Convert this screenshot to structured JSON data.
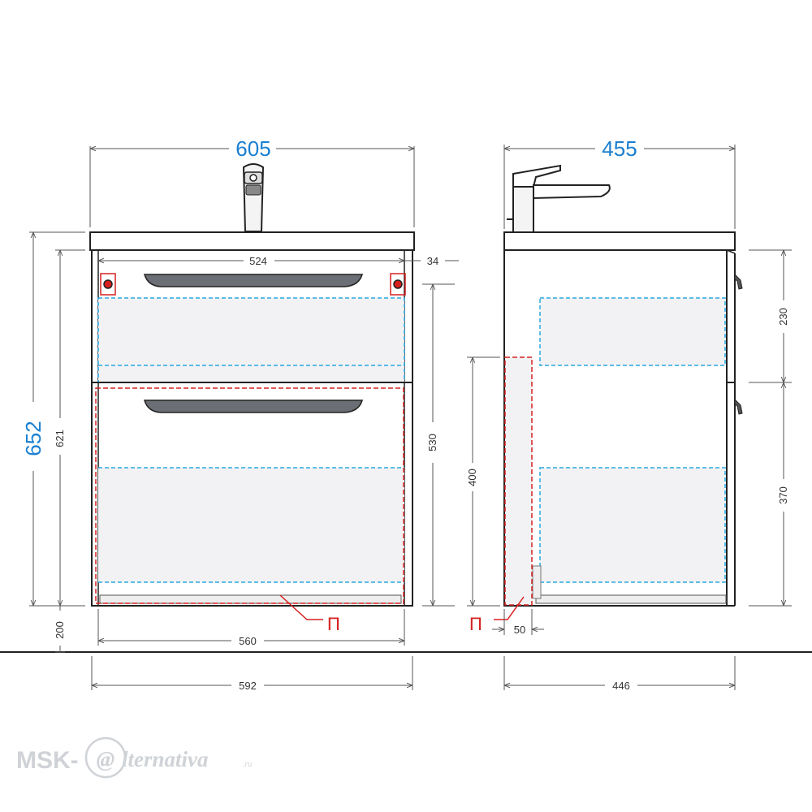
{
  "front_view": {
    "overall_width": "605",
    "overall_height": "652",
    "inner_width": "524",
    "side_offset": "34",
    "cabinet_height": "621",
    "drawer_height": "530",
    "floor_height": "200",
    "bottom_inner_width": "560",
    "bottom_outer_width": "592",
    "pipe_marker": "П"
  },
  "side_view": {
    "overall_depth": "455",
    "upper_drawer": "230",
    "lower_drawer": "370",
    "pipe_zone_height": "400",
    "pipe_offset": "50",
    "cabinet_depth": "446",
    "pipe_marker": "П"
  },
  "watermark": {
    "prefix": "MSK-",
    "at": "@",
    "suffix": "lternativa",
    "domain": ".ru"
  },
  "colors": {
    "outline": "#1a1a1a",
    "dimension": "#555555",
    "accent_blue": "#1a7fd0",
    "dash_blue": "#29a8e0",
    "dash_red": "#d62020",
    "panel": "#f2f2f4",
    "handle": "#6b6e74"
  }
}
